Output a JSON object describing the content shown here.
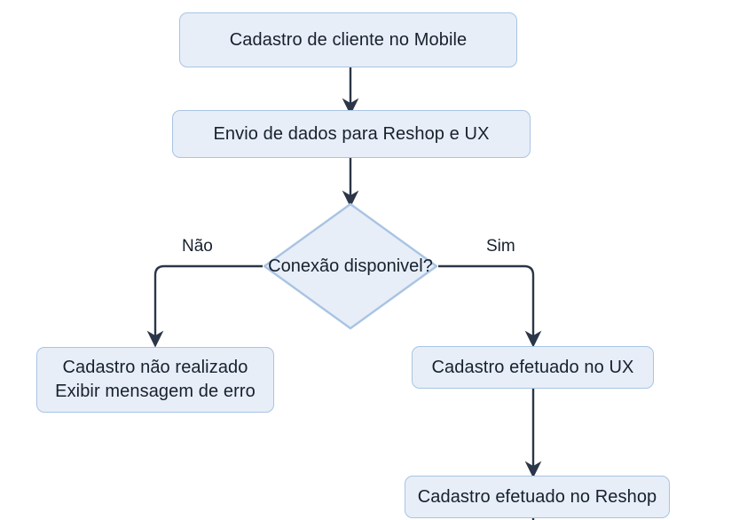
{
  "diagram": {
    "type": "flowchart",
    "title_text": "",
    "colors": {
      "node_fill": "#e7eef8",
      "node_border": "#a9c4e2",
      "text": "#17212e",
      "connector": "#2b3648",
      "background": "#ffffff"
    },
    "nodes": [
      {
        "id": "cadastro-mobile",
        "shape": "rounded-rectangle",
        "lines": [
          "Cadastro de cliente no Mobile"
        ]
      },
      {
        "id": "envio-dados",
        "shape": "rounded-rectangle",
        "lines": [
          "Envio de dados para Reshop e UX"
        ]
      },
      {
        "id": "conexao-disponivel",
        "shape": "diamond",
        "lines": [
          "Conexão",
          "disponivel?"
        ]
      },
      {
        "id": "cadastro-nao-realizado",
        "shape": "rounded-rectangle",
        "lines": [
          "Cadastro não realizado",
          "Exibir mensagem de erro"
        ]
      },
      {
        "id": "cadastro-efetuado-ux",
        "shape": "rounded-rectangle",
        "lines": [
          "Cadastro efetuado no UX"
        ]
      },
      {
        "id": "cadastro-efetuado-reshop",
        "shape": "rounded-rectangle",
        "lines": [
          "Cadastro efetuado no Reshop"
        ]
      }
    ],
    "edge_labels": {
      "no_branch": "Não",
      "yes_branch": "Sim"
    }
  }
}
